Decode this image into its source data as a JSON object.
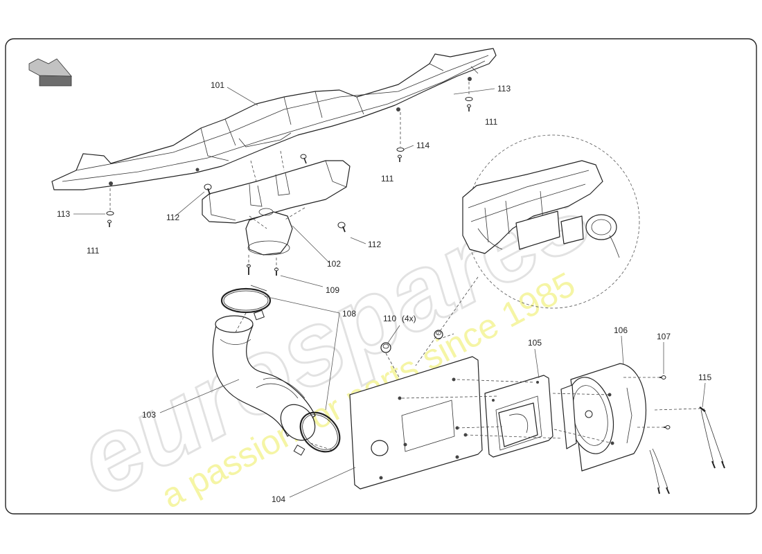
{
  "callouts": {
    "c101": "101",
    "c102": "102",
    "c103": "103",
    "c104": "104",
    "c105": "105",
    "c106": "106",
    "c107": "107",
    "c108": "108",
    "c109": "109",
    "c110": "110",
    "c110_qty": "(4x)",
    "c111a": "111",
    "c111b": "111",
    "c111c": "111",
    "c112a": "112",
    "c112b": "112",
    "c113a": "113",
    "c113b": "113",
    "c114": "114",
    "c115": "115"
  },
  "watermark": {
    "brand": "eurospares",
    "tagline": "a passion for parts since 1985"
  },
  "colors": {
    "frame": "#222222",
    "line": "#222222",
    "watermark_brand": "#e6e6e6",
    "watermark_tagline": "#f3f39a",
    "arrow_face": "#bfbfbf",
    "arrow_side": "#6d6d6d"
  }
}
